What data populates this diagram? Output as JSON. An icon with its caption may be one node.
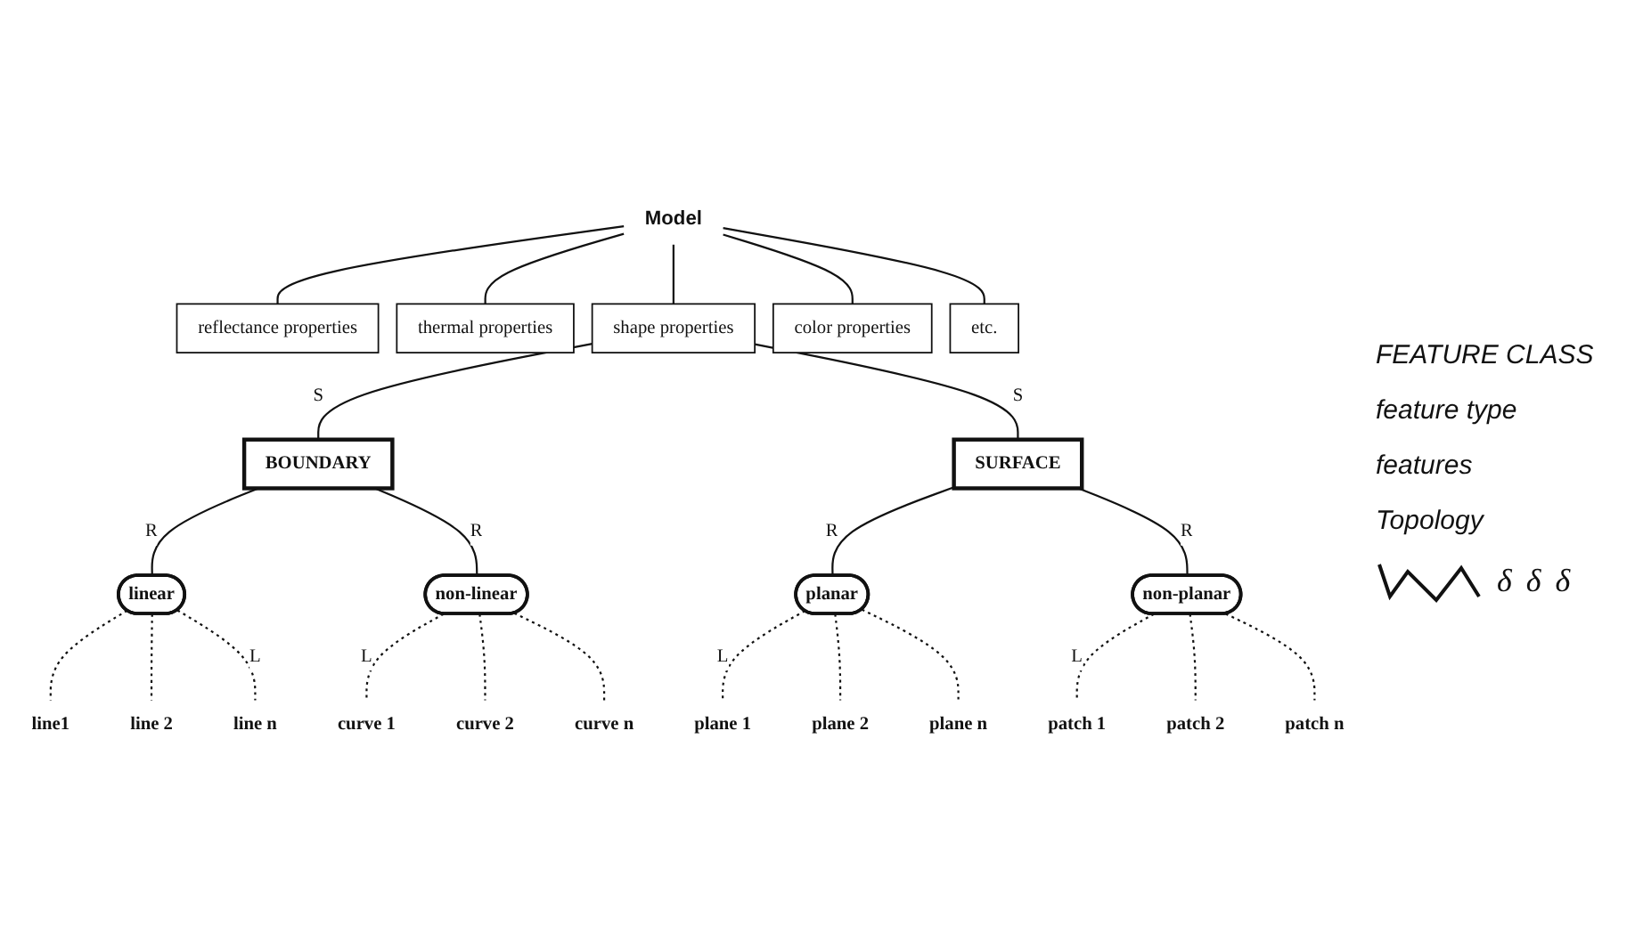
{
  "diagram": {
    "nodes": [
      {
        "text": [
          "Model"
        ]
      },
      {
        "text": [
          "reflectance properties"
        ]
      },
      {
        "text": [
          "thermal properties"
        ]
      },
      {
        "text": [
          "shape properties"
        ]
      },
      {
        "text": [
          "color properties"
        ]
      },
      {
        "text": [
          "etc."
        ]
      },
      {
        "text": [
          "BOUNDARY"
        ]
      },
      {
        "text": [
          "SURFACE"
        ]
      },
      {
        "text": [
          "linear"
        ]
      },
      {
        "text": [
          "non-linear"
        ]
      },
      {
        "text": [
          "planar"
        ]
      },
      {
        "text": [
          "non-planar"
        ]
      },
      {
        "text": [
          "line1"
        ]
      },
      {
        "text": [
          "line 2"
        ]
      },
      {
        "text": [
          "line n"
        ]
      },
      {
        "text": [
          "curve 1"
        ]
      },
      {
        "text": [
          "curve 2"
        ]
      },
      {
        "text": [
          "curve n"
        ]
      },
      {
        "text": [
          "plane 1"
        ]
      },
      {
        "text": [
          "plane 2"
        ]
      },
      {
        "text": [
          "plane n"
        ]
      },
      {
        "text": [
          "patch 1"
        ]
      },
      {
        "text": [
          "patch 2"
        ]
      },
      {
        "text": [
          "patch n"
        ]
      }
    ],
    "edges": [
      {
        "from": 0,
        "to": 1,
        "arrow": "none"
      },
      {
        "from": 0,
        "to": 2,
        "arrow": "none"
      },
      {
        "from": 0,
        "to": 3,
        "arrow": "none"
      },
      {
        "from": 0,
        "to": 4,
        "arrow": "none"
      },
      {
        "from": 0,
        "to": 5,
        "arrow": "none"
      },
      {
        "from": 3,
        "to": 6,
        "arrow": "none",
        "label": "S"
      },
      {
        "from": 3,
        "to": 7,
        "arrow": "none",
        "label": "S"
      },
      {
        "from": 6,
        "to": 8,
        "arrow": "none",
        "label": "R"
      },
      {
        "from": 6,
        "to": 9,
        "arrow": "none",
        "label": "R"
      },
      {
        "from": 7,
        "to": 10,
        "arrow": "none",
        "label": "R"
      },
      {
        "from": 7,
        "to": 11,
        "arrow": "none",
        "label": "R"
      },
      {
        "from": 8,
        "to": 12,
        "arrow": "none",
        "style": "dashed"
      },
      {
        "from": 8,
        "to": 13,
        "arrow": "none",
        "style": "dashed"
      },
      {
        "from": 8,
        "to": 14,
        "arrow": "none",
        "style": "dashed",
        "label": "L"
      },
      {
        "from": 9,
        "to": 15,
        "arrow": "none",
        "style": "dashed",
        "label": "L"
      },
      {
        "from": 9,
        "to": 16,
        "arrow": "none",
        "style": "dashed"
      },
      {
        "from": 9,
        "to": 17,
        "arrow": "none",
        "style": "dashed"
      },
      {
        "from": 10,
        "to": 18,
        "arrow": "none",
        "style": "dashed",
        "label": "L"
      },
      {
        "from": 10,
        "to": 19,
        "arrow": "none",
        "style": "dashed"
      },
      {
        "from": 10,
        "to": 20,
        "arrow": "none",
        "style": "dashed"
      },
      {
        "from": 11,
        "to": 21,
        "arrow": "none",
        "style": "dashed",
        "label": "L"
      },
      {
        "from": 11,
        "to": 22,
        "arrow": "none",
        "style": "dashed"
      },
      {
        "from": 11,
        "to": 23,
        "arrow": "none",
        "style": "dashed"
      }
    ],
    "labels": [
      "FEATURE CLASS",
      "feature type",
      "features",
      "Topology",
      "δ",
      "δ",
      "δ"
    ]
  }
}
